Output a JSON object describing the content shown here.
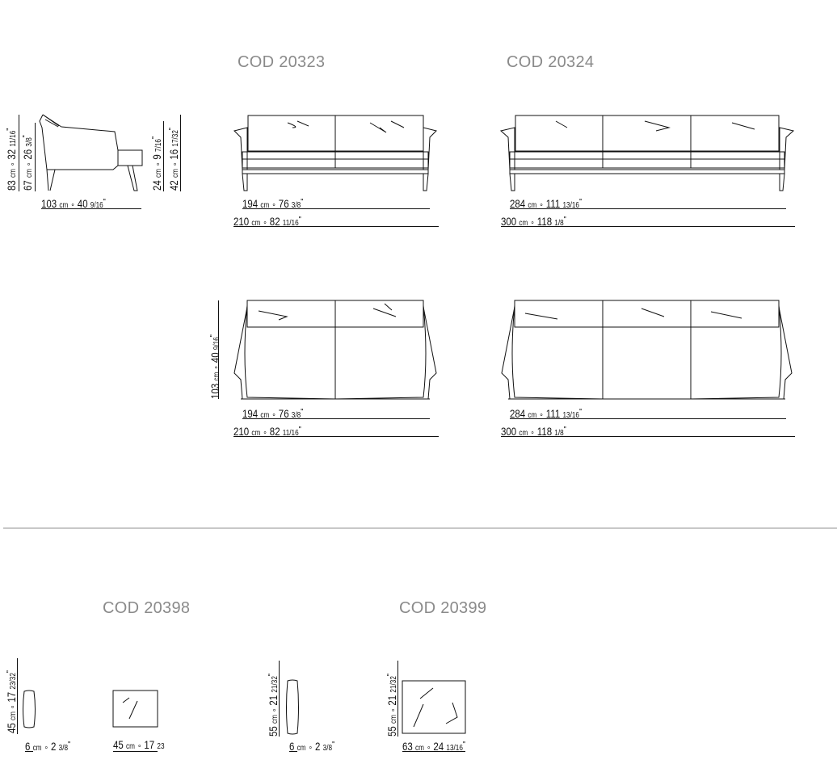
{
  "codes": {
    "top_left": "COD 20323",
    "top_right": "COD 20324",
    "bottom_left": "COD 20398",
    "bottom_right": "COD 20399"
  },
  "side_view": {
    "height_total": {
      "cm": "83",
      "unit": "cm",
      "in": "32",
      "frac": "11/16"
    },
    "height_back": {
      "cm": "67",
      "unit": "cm",
      "in": "26",
      "frac": "3/8"
    },
    "seat_height": {
      "cm": "42",
      "unit": "cm",
      "in": "16",
      "frac": "17/32"
    },
    "arm_height": {
      "cm": "24",
      "unit": "cm",
      "in": "9",
      "frac": "7/16"
    },
    "depth": {
      "cm": "103",
      "unit": "cm",
      "in": "40",
      "frac": "9/16"
    }
  },
  "sofa_20323": {
    "seat_width": {
      "cm": "194",
      "unit": "cm",
      "in": "76",
      "frac": "3/8"
    },
    "total_width": {
      "cm": "210",
      "unit": "cm",
      "in": "82",
      "frac": "11/16"
    },
    "plan_seat_width": {
      "cm": "194",
      "unit": "cm",
      "in": "76",
      "frac": "3/8"
    },
    "plan_total_width": {
      "cm": "210",
      "unit": "cm",
      "in": "82",
      "frac": "11/16"
    },
    "plan_depth": {
      "cm": "103",
      "unit": "cm",
      "in": "40",
      "frac": "9/16"
    }
  },
  "sofa_20324": {
    "seat_width": {
      "cm": "284",
      "unit": "cm",
      "in": "111",
      "frac": "13/16"
    },
    "total_width": {
      "cm": "300",
      "unit": "cm",
      "in": "118",
      "frac": "1/8"
    },
    "plan_seat_width": {
      "cm": "284",
      "unit": "cm",
      "in": "111",
      "frac": "13/16"
    },
    "plan_total_width": {
      "cm": "300",
      "unit": "cm",
      "in": "118",
      "frac": "1/8"
    }
  },
  "cushion_20398": {
    "height": {
      "cm": "45",
      "unit": "cm",
      "in": "17",
      "frac": "23/32"
    },
    "thickness": {
      "cm": "6",
      "unit": "cm",
      "in": "2",
      "frac": "3/8"
    },
    "width": {
      "cm": "45",
      "unit": "cm",
      "in": "17",
      "frac": "23"
    }
  },
  "cushion_20399": {
    "height_side": {
      "cm": "55",
      "unit": "cm",
      "in": "21",
      "frac": "21/32"
    },
    "thickness": {
      "cm": "6",
      "unit": "cm",
      "in": "2",
      "frac": "3/8"
    },
    "height_front": {
      "cm": "55",
      "unit": "cm",
      "in": "21",
      "frac": "21/32"
    },
    "width": {
      "cm": "63",
      "unit": "cm",
      "in": "24",
      "frac": "13/16"
    }
  },
  "separator_symbol": "∘",
  "inch_mark": "\""
}
